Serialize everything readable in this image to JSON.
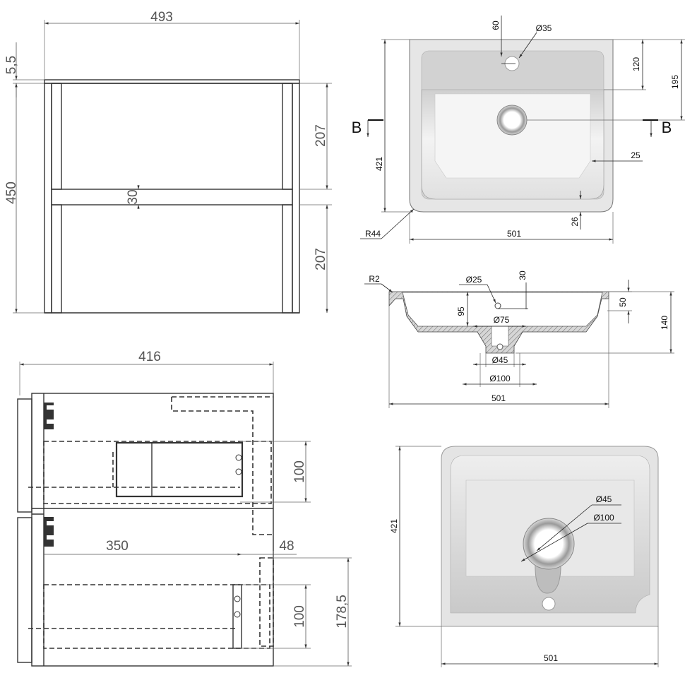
{
  "front_view": {
    "width": "493",
    "top_thickness": "5,5",
    "height": "450",
    "upper_drawer": "207",
    "rail": "30",
    "lower_drawer": "207"
  },
  "side_view": {
    "depth": "416",
    "upper_drawer_inner": "100",
    "lower_drawer_depth": "350",
    "back_gap": "48",
    "lower_drawer_inner": "100",
    "lower_drawer_height": "178,5"
  },
  "basin_top": {
    "hole_offset": "60",
    "hole_diameter": "Ø35",
    "hole_to_bowl": "120",
    "hole_to_drain": "195",
    "depth": "421",
    "section_left": "B",
    "section_right": "B",
    "rim_side": "25",
    "rim_front": "26",
    "corner_radius": "R44",
    "width": "501"
  },
  "basin_section": {
    "edge_radius": "R2",
    "overflow_diameter": "Ø25",
    "overflow_offset": "30",
    "rim_height": "50",
    "bowl_depth": "95",
    "total_height": "140",
    "drain_diameter": "Ø75",
    "outlet_inner": "Ø45",
    "outlet_outer": "Ø100",
    "width": "501"
  },
  "basin_bottom": {
    "depth": "421",
    "outlet_inner": "Ø45",
    "outlet_outer": "Ø100",
    "width": "501"
  }
}
